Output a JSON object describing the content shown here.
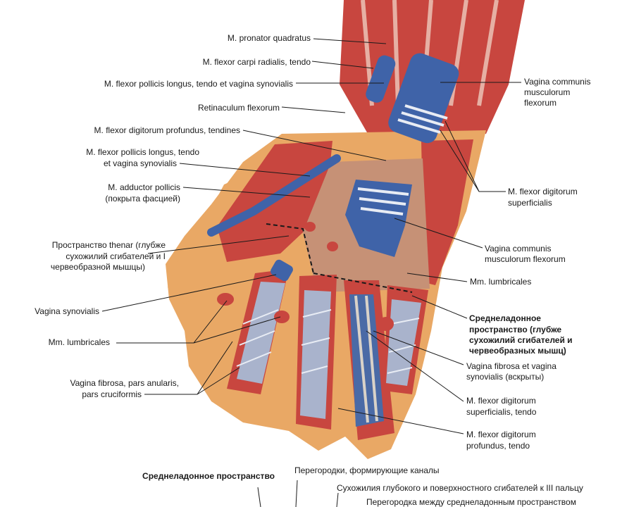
{
  "labels": {
    "pronator_quadratus": "M. pronator quadratus",
    "flexor_carpi_radialis": "M. flexor carpi radialis, tendo",
    "fpl_top": "M. flexor pollicis longus, tendo et vagina synovialis",
    "retinaculum": "Retinaculum flexorum",
    "fdp_tendines": "M. flexor digitorum profundus, tendines",
    "fpl_mid_1": "M. flexor pollicis longus, tendo",
    "fpl_mid_2": "et vagina synovialis",
    "adductor_1": "M. adductor pollicis",
    "adductor_2": "(покрыта фасцией)",
    "thenar_1": "Пространство thenar (глубже",
    "thenar_2": "сухожилий сгибателей и I",
    "thenar_3": "червеобразной мышцы)",
    "vagina_synovialis": "Vagina synovialis",
    "mm_lumbricales_left": "Mm. lumbricales",
    "vagina_fibrosa_1": "Vagina fibrosa, pars anularis,",
    "vagina_fibrosa_2": "pars cruciformis",
    "vagina_communis_top_1": "Vagina communis",
    "vagina_communis_top_2": "musculorum",
    "vagina_communis_top_3": "flexorum",
    "fds_1": "M. flexor digitorum",
    "fds_2": "superficialis",
    "vagina_communis_mid_1": "Vagina communis",
    "vagina_communis_mid_2": "musculorum flexorum",
    "mm_lumbricales_right": "Mm. lumbricales",
    "midpalmar_1": "Среднеладонное",
    "midpalmar_2": "пространство (глубже",
    "midpalmar_3": "сухожилий сгибателей и",
    "midpalmar_4": "червеобразных мышц)",
    "vagina_fibrosa_open_1": "Vagina fibrosa et vagina",
    "vagina_fibrosa_open_2": "synovialis (вскрыты)",
    "fds_tendo_1": "M. flexor digitorum",
    "fds_tendo_2": "superficialis, tendo",
    "fdp_tendo_1": "M. flexor digitorum",
    "fdp_tendo_2": "profundus, tendo",
    "bottom_midpalmar": "Среднеладонное пространство",
    "bottom_septa": "Перегородки, формирующие каналы",
    "bottom_tendons": "Сухожилия глубокого и поверхностного сгибателей к III пальцу",
    "bottom_septum": "Перегородка между среднеладонным пространством"
  },
  "colors": {
    "muscle": "#c8463f",
    "muscle_dark": "#9e2a26",
    "skin": "#e9a865",
    "synovial_sheath": "#3f63a8",
    "tendon": "#d9d2c8",
    "fibrous_sheath": "#a9b3cc"
  }
}
